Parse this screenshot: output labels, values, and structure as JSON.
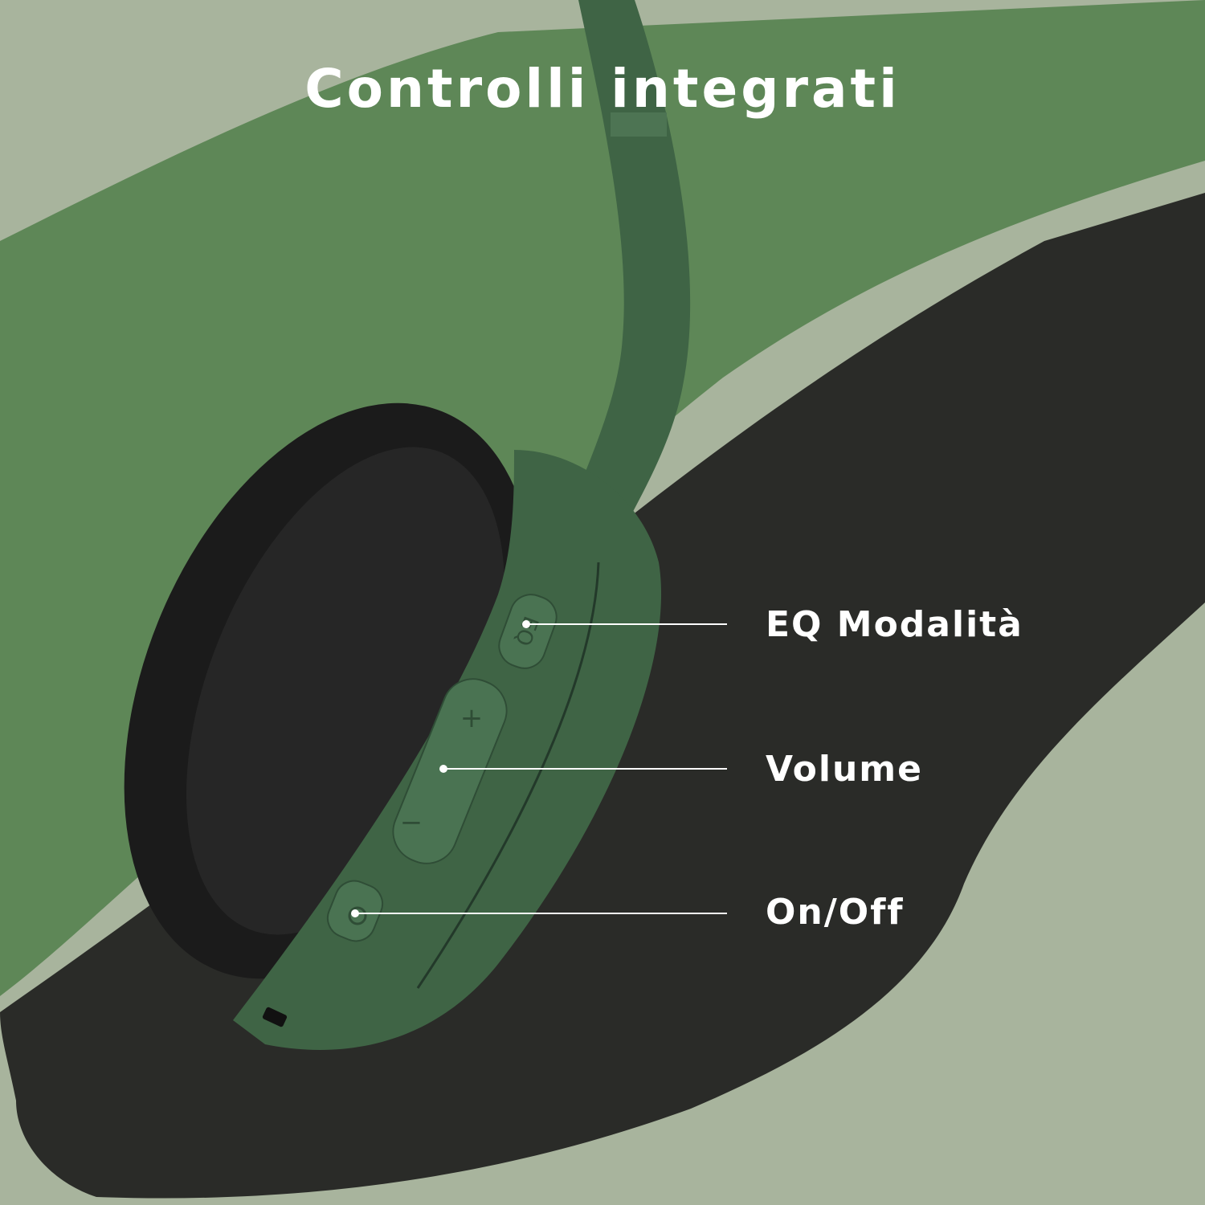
{
  "title": "Controlli integrati",
  "callouts": [
    {
      "label": "EQ Modalità"
    },
    {
      "label": "Volume"
    },
    {
      "label": "On/Off"
    }
  ],
  "buttons": {
    "eq": "EQ",
    "plus": "+",
    "minus": "−"
  },
  "colors": {
    "background": "#a8b49d",
    "green_paint": "#5e8757",
    "black_paint": "#2a2b28",
    "headphone_green": "#3f6445",
    "cushion": "#1b1b1b",
    "text": "#ffffff"
  }
}
